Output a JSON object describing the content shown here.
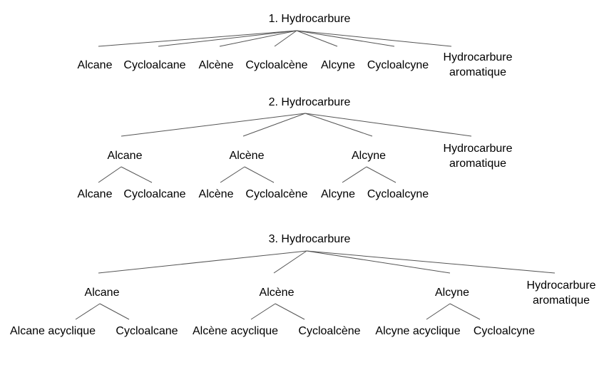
{
  "tree1": {
    "root": "1. Hydrocarbure",
    "children": [
      "Alcane",
      "Cycloalcane",
      "Alcène",
      "Cycloalcène",
      "Alcyne",
      "Cycloalcyne"
    ],
    "aromatic": [
      "Hydrocarbure",
      "aromatique"
    ]
  },
  "tree2": {
    "root": "2. Hydrocarbure",
    "groups": [
      {
        "label": "Alcane",
        "children": [
          "Alcane",
          "Cycloalcane"
        ]
      },
      {
        "label": "Alcène",
        "children": [
          "Alcène",
          "Cycloalcène"
        ]
      },
      {
        "label": "Alcyne",
        "children": [
          "Alcyne",
          "Cycloalcyne"
        ]
      }
    ],
    "aromatic": [
      "Hydrocarbure",
      "aromatique"
    ]
  },
  "tree3": {
    "root": "3. Hydrocarbure",
    "groups": [
      {
        "label": "Alcane",
        "children": [
          "Alcane acyclique",
          "Cycloalcane"
        ]
      },
      {
        "label": "Alcène",
        "children": [
          "Alcène acyclique",
          "Cycloalcène"
        ]
      },
      {
        "label": "Alcyne",
        "children": [
          "Alcyne acyclique",
          "Cycloalcyne"
        ]
      }
    ],
    "aromatic": [
      "Hydrocarbure",
      "aromatique"
    ]
  }
}
